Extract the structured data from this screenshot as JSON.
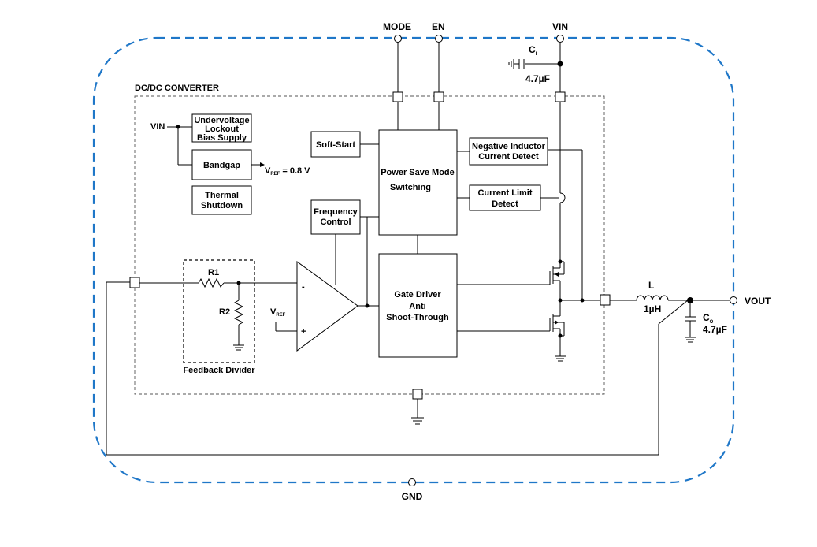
{
  "pins": {
    "mode": "MODE",
    "en": "EN",
    "vin": "VIN",
    "vout": "VOUT",
    "gnd": "GND"
  },
  "capacitors": {
    "ci_label": "C",
    "ci_sub": "I",
    "ci_value": "4.7µF",
    "co_label": "C",
    "co_sub": "O",
    "co_value": "4.7µF"
  },
  "inductor": {
    "label": "L",
    "value": "1µH"
  },
  "converter": {
    "title": "DC/DC CONVERTER",
    "vin_label": "VIN",
    "uvlo": [
      "Undervoltage",
      "Lockout",
      "Bias Supply"
    ],
    "bandgap": "Bandgap",
    "vref_v": "V",
    "vref_sub": "REF",
    "vref_value": "= 0.8  V",
    "thermal": [
      "Thermal",
      "Shutdown"
    ],
    "soft_start": "Soft-Start",
    "power_save": [
      "Power Save Mode",
      "Switching"
    ],
    "neg_inductor": [
      "Negative Inductor",
      "Current Detect"
    ],
    "current_limit": [
      "Current Limit",
      "Detect"
    ],
    "freq_control": [
      "Frequency",
      "Control"
    ],
    "gate_driver": [
      "Gate Driver",
      "Anti",
      "Shoot-Through"
    ],
    "r1": "R1",
    "r2": "R2",
    "feedback_divider": "Feedback Divider",
    "amp_minus": "-",
    "amp_plus": "+",
    "amp_vref_v": "V",
    "amp_vref_sub": "REF"
  },
  "colors": {
    "boundary": "#1f77c8",
    "lines": "#000000"
  }
}
